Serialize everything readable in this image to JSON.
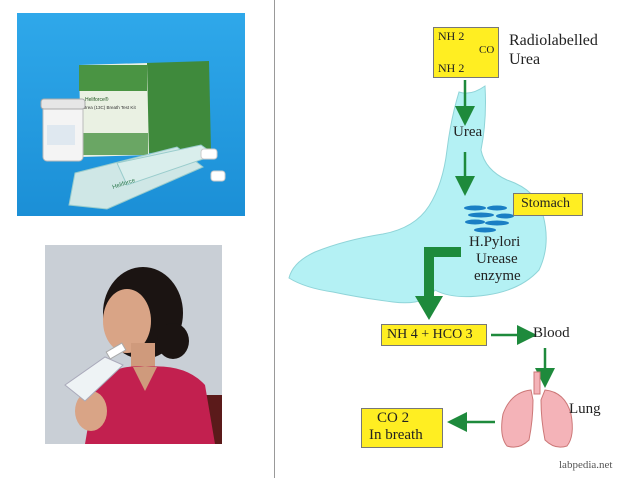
{
  "photo_kit": {
    "label": "photo of urea breath test kit",
    "box_brand": "Heliforce®",
    "box_title": "Urea (13C) Breath Test Kit",
    "bag_label": "Heliforce"
  },
  "photo_woman": {
    "label": "photo of woman blowing into breath test bag"
  },
  "diagram": {
    "nh2_top": "NH 2",
    "co": "CO",
    "nh2_bottom": "NH 2",
    "radiolabelled": "Radiolabelled",
    "urea_line2": "Urea",
    "urea_label": "Urea",
    "stomach": "Stomach",
    "hpylori": "H.Pylori",
    "urease": "Urease",
    "enzyme": "enzyme",
    "products": "NH 4  + HCO 3",
    "blood": "Blood",
    "lung": "Lung",
    "co2": "CO 2",
    "in_breath": "In breath",
    "watermark": "labpedia.net",
    "colors": {
      "stomach_fill": "#b4f1f4",
      "box_fill": "#ffee22",
      "arrow": "#1e8a3c"
    }
  }
}
